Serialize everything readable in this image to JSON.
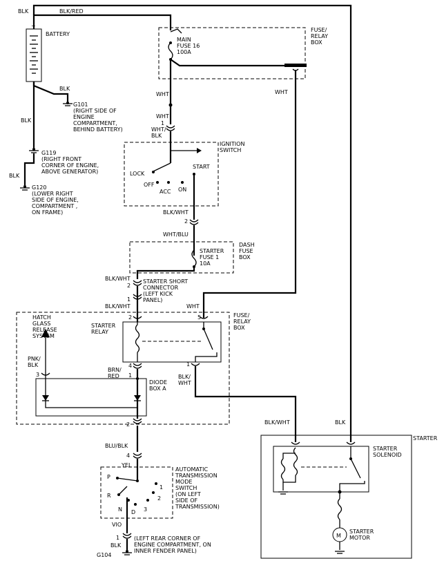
{
  "wires": {
    "blk_red": "BLK/RED",
    "blk_top": "BLK",
    "blk_g101": "BLK",
    "blk_mid": "BLK",
    "blk_g120": "BLK",
    "wht_right": "WHT",
    "wht_1": "WHT",
    "wht_2": "WHT",
    "wht_blk": "WHT/\nBLK",
    "blk_wht_1": "BLK/WHT",
    "wht_blu": "WHT/BLU",
    "blk_wht_2": "BLK/WHT",
    "blk_wht_3": "BLK/WHT",
    "wht_3": "WHT",
    "pnk_blk": "PNK/\nBLK",
    "brn_red": "BRN/\nRED",
    "blk_wht_4": "BLK/\nWHT",
    "blu_blk": "BLU/BLK",
    "yel": "YEL",
    "vio": "VIO",
    "blk_bottom": "BLK",
    "blk_wht_5": "BLK/WHT",
    "blk_right": "BLK"
  },
  "components": {
    "battery": "BATTERY",
    "fuse_relay_box_top": "FUSE/\nRELAY\nBOX",
    "main_fuse": "MAIN\nFUSE 16\n100A",
    "ignition_switch": "IGNITION\nSWITCH",
    "lock": "LOCK",
    "start": "START",
    "off": "OFF",
    "acc": "ACC",
    "on": "ON",
    "starter_fuse": "STARTER\nFUSE 1\n10A",
    "dash_fuse_box": "DASH\nFUSE\nBOX",
    "starter_short_connector": "STARTER SHORT\nCONNECTOR\n(LEFT KICK\nPANEL)",
    "hatch_glass": "HATCH\nGLASS\nRELEASE\nSYSTEM",
    "starter_relay": "STARTER\nRELAY",
    "fuse_relay_box_mid": "FUSE/\nRELAY\nBOX",
    "diode_box": "DIODE\nBOX A",
    "starter": "STARTER",
    "starter_solenoid": "STARTER\nSOLENOID",
    "starter_motor": "STARTER\nMOTOR",
    "motor_symbol": "M",
    "atm_switch": "AUTOMATIC\nTRANSMISSION\nMODE\nSWITCH\n(ON LEFT\nSIDE OF\nTRANSMISSION)",
    "gear_p": "P",
    "gear_r": "R",
    "gear_n": "N",
    "gear_d": "D",
    "gear_3": "3",
    "gear_2": "2",
    "gear_1": "1"
  },
  "grounds": {
    "g101": "G101\n(RIGHT SIDE OF\nENGINE\nCOMPARTMENT,\nBEHIND BATTERY)",
    "g119": "G119\n(RIGHT FRONT\nCORNER OF ENGINE,\nABOVE GENERATOR)",
    "g120": "G120\n(LOWER RIGHT\nSIDE OF ENGINE,\nCOMPARTMENT ,\nON FRAME)",
    "g104_loc": "(LEFT REAR CORNER OF\nENGINE COMPARTMENT, ON\nINNER FENDER PANEL)",
    "g104": "G104"
  },
  "pins": {
    "p1a": "1",
    "p2a": "2",
    "p2b": "2",
    "p1b": "1",
    "p2c": "2",
    "p5": "5",
    "p3": "3",
    "p4a": "4",
    "p1c": "1",
    "p1d": "1",
    "p2d": "2",
    "p4b": "4",
    "p1e": "1"
  }
}
